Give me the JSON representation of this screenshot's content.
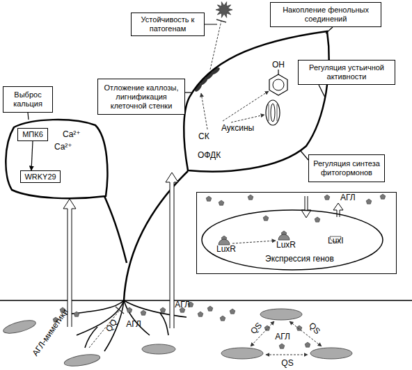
{
  "diagram": {
    "nodes": [
      {
        "text": [
          "Устойчивость к патогенам"
        ]
      },
      {
        "text": [
          "Накопление фенольных соединений"
        ]
      },
      {
        "text": [
          "Отложение каллозы, лигнификация клеточной стенки"
        ]
      },
      {
        "text": [
          "Регуляция устьичной активности"
        ]
      },
      {
        "text": [
          "Выброс кальция"
        ]
      },
      {
        "text": [
          "Ca²⁺",
          "Ca²⁺"
        ]
      },
      {
        "text": [
          "МПК6"
        ],
        "in": 5
      },
      {
        "text": [
          "WRKY29"
        ],
        "in": 5
      },
      {
        "text": [
          "СК",
          "Ауксины",
          "ОФДК"
        ]
      },
      {
        "text": [
          "Регуляция синтеза фитогормонов"
        ]
      },
      {
        "text": [
          "АГЛ"
        ]
      },
      {
        "text": [
          "LuxR",
          "LuxR",
          "LuxI",
          "Экспрессия генов"
        ],
        "in": 10
      }
    ],
    "edges": [
      {
        "from": 4,
        "to": 5,
        "arrow": "none"
      },
      {
        "from": 6,
        "to": 7,
        "arrow": "to"
      },
      {
        "from": 2,
        "to": 8,
        "arrow": "none"
      },
      {
        "from": 1,
        "to": 8,
        "arrow": "none"
      },
      {
        "from": 3,
        "to": 8,
        "arrow": "none"
      },
      {
        "from": 9,
        "to": 8,
        "arrow": "none"
      }
    ],
    "labels": [
      "OH",
      "АГЛ-миметики",
      "QQ",
      "АГЛ",
      "АГЛ",
      "QS",
      "QS",
      "АГЛ",
      "QS"
    ]
  }
}
